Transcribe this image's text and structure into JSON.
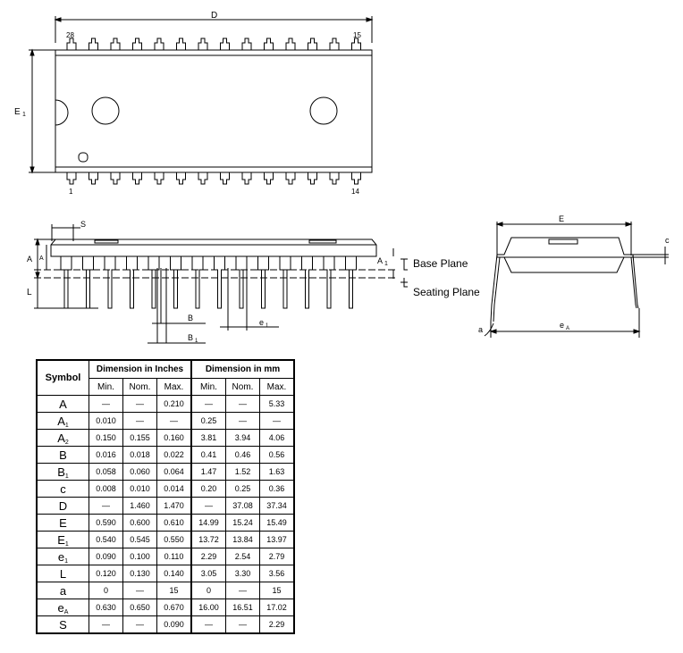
{
  "top_view": {
    "dim_d": "D",
    "dim_e1_letter": "E",
    "dim_e1_sub": "1",
    "pin_28": "28",
    "pin_15": "15",
    "pin_1": "1",
    "pin_14": "14"
  },
  "side_view": {
    "label_s": "S",
    "label_a": "A",
    "label_a2": "A",
    "label_a1": "A",
    "label_a1_sub": "1",
    "label_l": "L",
    "label_b": "B",
    "label_b1": "B",
    "label_b1_sub": "1",
    "label_e1": "e",
    "label_e1_sub": "1",
    "base_plane": "Base Plane",
    "seating_plane": "Seating Plane"
  },
  "end_view": {
    "label_e": "E",
    "label_c": "c",
    "label_a": "a",
    "label_ea": "e",
    "label_ea_sub": "A"
  },
  "table": {
    "symbol_header": "Symbol",
    "inch_header": "Dimension in Inches",
    "mm_header": "Dimension in mm",
    "sub_headers": [
      "Min.",
      "Nom.",
      "Max.",
      "Min.",
      "Nom.",
      "Max."
    ],
    "rows": [
      {
        "sym": "A",
        "sub": "",
        "vals": [
          "—",
          "—",
          "0.210",
          "—",
          "—",
          "5.33"
        ]
      },
      {
        "sym": "A",
        "sub": "1",
        "vals": [
          "0.010",
          "—",
          "—",
          "0.25",
          "—",
          "—"
        ]
      },
      {
        "sym": "A",
        "sub": "2",
        "vals": [
          "0.150",
          "0.155",
          "0.160",
          "3.81",
          "3.94",
          "4.06"
        ]
      },
      {
        "sym": "B",
        "sub": "",
        "vals": [
          "0.016",
          "0.018",
          "0.022",
          "0.41",
          "0.46",
          "0.56"
        ]
      },
      {
        "sym": "B",
        "sub": "1",
        "vals": [
          "0.058",
          "0.060",
          "0.064",
          "1.47",
          "1.52",
          "1.63"
        ]
      },
      {
        "sym": "c",
        "sub": "",
        "vals": [
          "0.008",
          "0.010",
          "0.014",
          "0.20",
          "0.25",
          "0.36"
        ]
      },
      {
        "sym": "D",
        "sub": "",
        "vals": [
          "—",
          "1.460",
          "1.470",
          "—",
          "37.08",
          "37.34"
        ]
      },
      {
        "sym": "E",
        "sub": "",
        "vals": [
          "0.590",
          "0.600",
          "0.610",
          "14.99",
          "15.24",
          "15.49"
        ]
      },
      {
        "sym": "E",
        "sub": "1",
        "vals": [
          "0.540",
          "0.545",
          "0.550",
          "13.72",
          "13.84",
          "13.97"
        ]
      },
      {
        "sym": "e",
        "sub": "1",
        "vals": [
          "0.090",
          "0.100",
          "0.110",
          "2.29",
          "2.54",
          "2.79"
        ]
      },
      {
        "sym": "L",
        "sub": "",
        "vals": [
          "0.120",
          "0.130",
          "0.140",
          "3.05",
          "3.30",
          "3.56"
        ]
      },
      {
        "sym": "a",
        "sub": "",
        "vals": [
          "0",
          "—",
          "15",
          "0",
          "—",
          "15"
        ]
      },
      {
        "sym": "e",
        "sub": "A",
        "vals": [
          "0.630",
          "0.650",
          "0.670",
          "16.00",
          "16.51",
          "17.02"
        ]
      },
      {
        "sym": "S",
        "sub": "",
        "vals": [
          "—",
          "—",
          "0.090",
          "—",
          "—",
          "2.29"
        ]
      }
    ]
  }
}
